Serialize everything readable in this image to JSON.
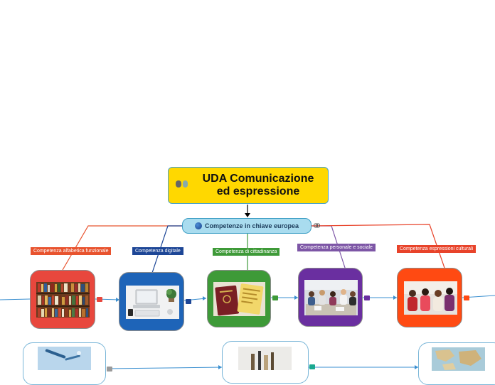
{
  "root": {
    "title": "UDA Comunicazione ed espressione"
  },
  "main_topic": {
    "label": "Competenze in chiave europea"
  },
  "competences": [
    {
      "label": "Competenza alfabetica funzionale",
      "color": "#e8532e",
      "image": "bookshelf"
    },
    {
      "label": "Competenza digitale",
      "color": "#1d4696",
      "image": "laptop-desk"
    },
    {
      "label": "Competenza di cittadinanza",
      "color": "#3e9a38",
      "image": "passports"
    },
    {
      "label": "Competenza personale e sociale",
      "color": "#7d56a6",
      "image": "students-group"
    },
    {
      "label": "Competenza espressioni culturali",
      "color": "#e8432a",
      "image": "students-talking"
    }
  ],
  "colors": {
    "root_fill": "#ffd800",
    "main_fill": "#a9dcef",
    "connector_blue": "#3a8fd0"
  }
}
